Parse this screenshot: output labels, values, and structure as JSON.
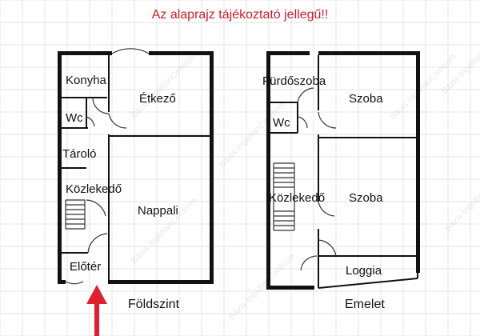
{
  "notice": "Az alaprajz tájékoztató jellegű!!",
  "colors": {
    "notice": "#cc1f2a",
    "arrow": "#e0202e",
    "grid": "#e6e6e6",
    "walls": "#111111"
  },
  "watermark": "Bázis IngatlanCentrum",
  "ground_floor": {
    "caption": "Földszint",
    "rooms": {
      "konyha": "Konyha",
      "etkezo": "Étkező",
      "wc": "Wc",
      "tarolo": "Tároló",
      "kozlekedo": "Közlekedő",
      "nappali": "Nappali",
      "eloter": "Előtér"
    }
  },
  "upper_floor": {
    "caption": "Emelet",
    "rooms": {
      "furdoszoba": "Fürdőszoba",
      "szoba1": "Szoba",
      "wc": "Wc",
      "kozlekedo": "Közlekedő",
      "szoba2": "Szoba",
      "loggia": "Loggia"
    }
  },
  "entrance_arrow_icon": "red-up-arrow"
}
